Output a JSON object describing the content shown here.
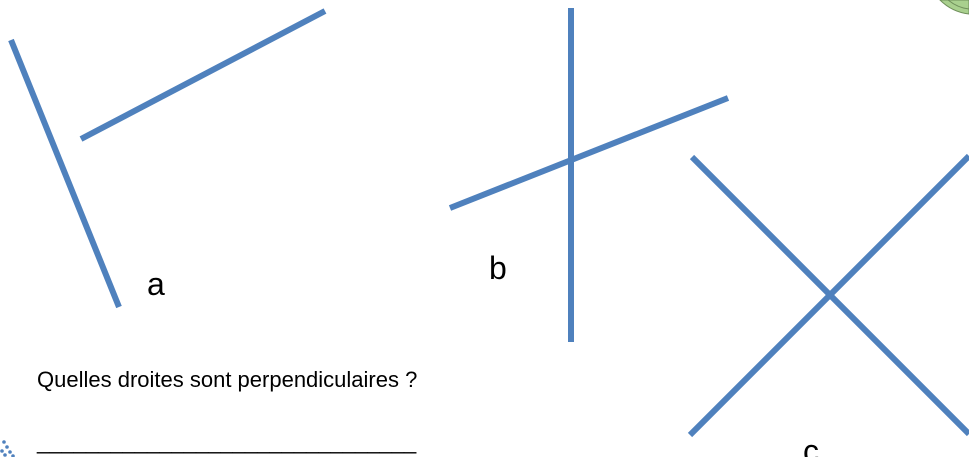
{
  "line_color": "#4f81bd",
  "figures": {
    "a": {
      "label": "a"
    },
    "b": {
      "label": "b"
    },
    "c": {
      "label": "c"
    }
  },
  "question": {
    "text": "Quelles droites sont perpendiculaires ?"
  },
  "answer": {
    "blank": "_______________________________"
  }
}
